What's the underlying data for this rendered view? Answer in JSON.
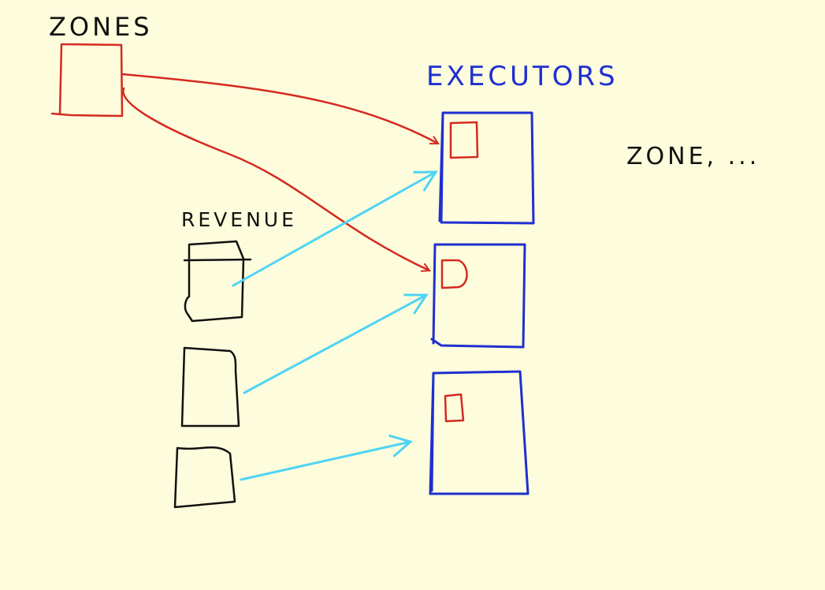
{
  "labels": {
    "zones": "ZONES",
    "executors": "EXECUTORS",
    "revenue": "REVENUE",
    "zone_note": "ZONE, ..."
  },
  "colors": {
    "background": "#fdfcdc",
    "zones": "#d42a22",
    "executors": "#1f2fd0",
    "revenue": "#111111",
    "revenue_arrows": "#4fd4f5",
    "note": "#111111"
  }
}
